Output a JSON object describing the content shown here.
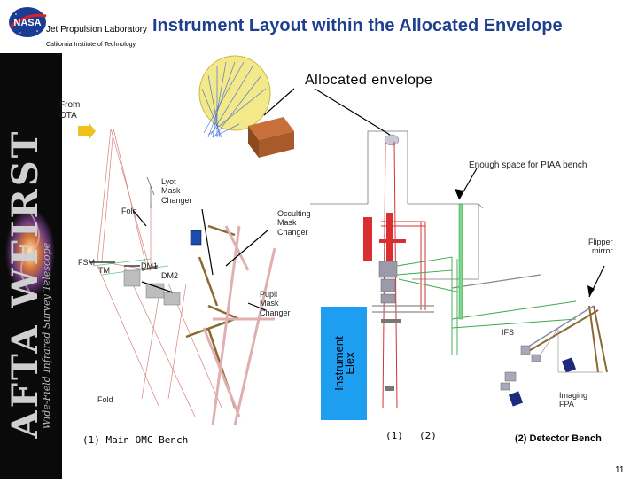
{
  "header": {
    "logo": "nasa-logo",
    "lab_name": "Jet Propulsion Laboratory",
    "institute": "California Institute of Technology",
    "title": "Instrument Layout within the Allocated Envelope"
  },
  "sidebar": {
    "word": "AFTA  WFIRST",
    "subtitle": "Wide-Field Infrared Survey Telescope"
  },
  "diagram": {
    "envelope_label": "Allocated envelope",
    "from_ota": "From\nOTA",
    "enough_space": "Enough space for PIAA bench",
    "lyot": "Lyot\nMask\nChanger",
    "fold_top": "Fold",
    "occulting": "Occulting\nMask\nChanger",
    "flipper": "Flipper\nmirror",
    "fsm": "FSM",
    "tm": "TM",
    "dm1": "DM1",
    "dm2": "DM2",
    "pupil": "Pupil\nMask\nChanger",
    "instrument_elex": "Instrument\nElex",
    "ifs": "IFS",
    "imaging_fpa": "Imaging\nFPA",
    "fold_bottom": "Fold",
    "main_bench": "(1) Main OMC Bench",
    "marker_1": "(1)",
    "marker_2": "(2)",
    "detector_bench": "(2) Detector Bench"
  },
  "colors": {
    "title": "#1f3f8f",
    "elex": "#1d9ef0",
    "beam_red": "#d83030",
    "beam_green": "#3aa84a",
    "arrow_yellow": "#f0c020"
  },
  "page_number": "11"
}
